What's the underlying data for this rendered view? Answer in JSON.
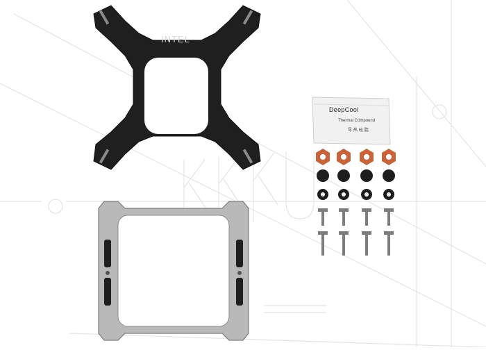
{
  "backplate": {
    "label": "INTEL",
    "color": "#1f1f1f"
  },
  "thermal_paste": {
    "brand": "DeepCool",
    "text": "Thermal Compound",
    "text_cn": "导 热 硅 脂"
  },
  "watermark": {
    "text": "KKU",
    "color": "#e6e6e6"
  },
  "colors": {
    "nut_orange": "#c8643c",
    "washer_black": "#1e1e1e",
    "metal": "#b9b9b9",
    "metal_dark": "#7d7d7d"
  }
}
